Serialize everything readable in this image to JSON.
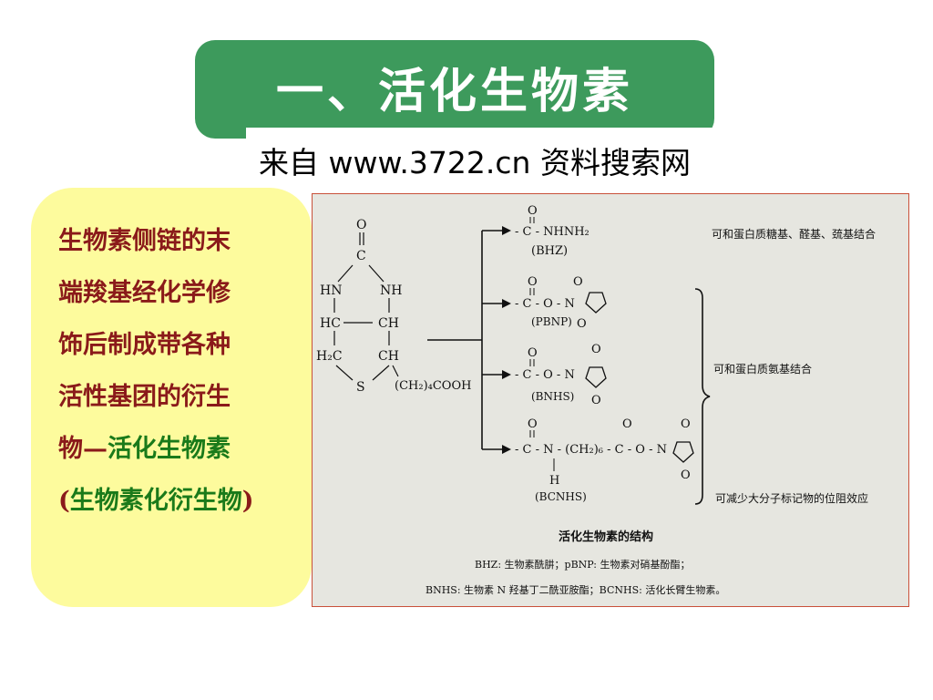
{
  "title": "一、活化生物素",
  "source": "来自 www.3722.cn 资料搜索网",
  "panel": {
    "line1": "生物素侧链的末",
    "line2": "端羧基经化学修",
    "line3": "饰后制成带各种",
    "line4": "活性基团的衍生",
    "line5a": "物—",
    "line5b": "活化生物素",
    "line6a": "(",
    "line6b": "生物素化衍生物",
    "line6c": ")"
  },
  "diagram": {
    "biotin": {
      "o": "O",
      "c": "C",
      "hn": "HN",
      "nh": "NH",
      "hc": "HC",
      "ch1": "CH",
      "h2c": "H₂C",
      "ch2": "CH",
      "s": "S",
      "chain": "(CH₂)₄COOH"
    },
    "bhz": {
      "o": "O",
      "group": "- C - NHNH₂",
      "label": "(BHZ)"
    },
    "pbnp": {
      "o": "O",
      "group": "- C - O - N",
      "label": "(PBNP)",
      "o2": "O",
      "o3": "O"
    },
    "bnhs": {
      "o": "O",
      "group": "- C - O - N",
      "label": "(BNHS)",
      "o2": "O",
      "o3": "O"
    },
    "bcnhs": {
      "o": "O",
      "group": "- C - N - (CH₂)₆ - C - O - N",
      "o2": "O",
      "h": "H",
      "label": "(BCNHS)",
      "o3": "O",
      "o4": "O"
    },
    "note1": "可和蛋白质糖基、醛基、巯基结合",
    "note2": "可和蛋白质氨基结合",
    "note3": "可减少大分子标记物的位阻效应",
    "caption": "活化生物素的结构",
    "legend1": "BHZ: 生物素酰肼；pBNP: 生物素对硝基酚酯；",
    "legend2": "BNHS: 生物素 N 羟基丁二酰亚胺酯；BCNHS: 活化长臂生物素。"
  }
}
